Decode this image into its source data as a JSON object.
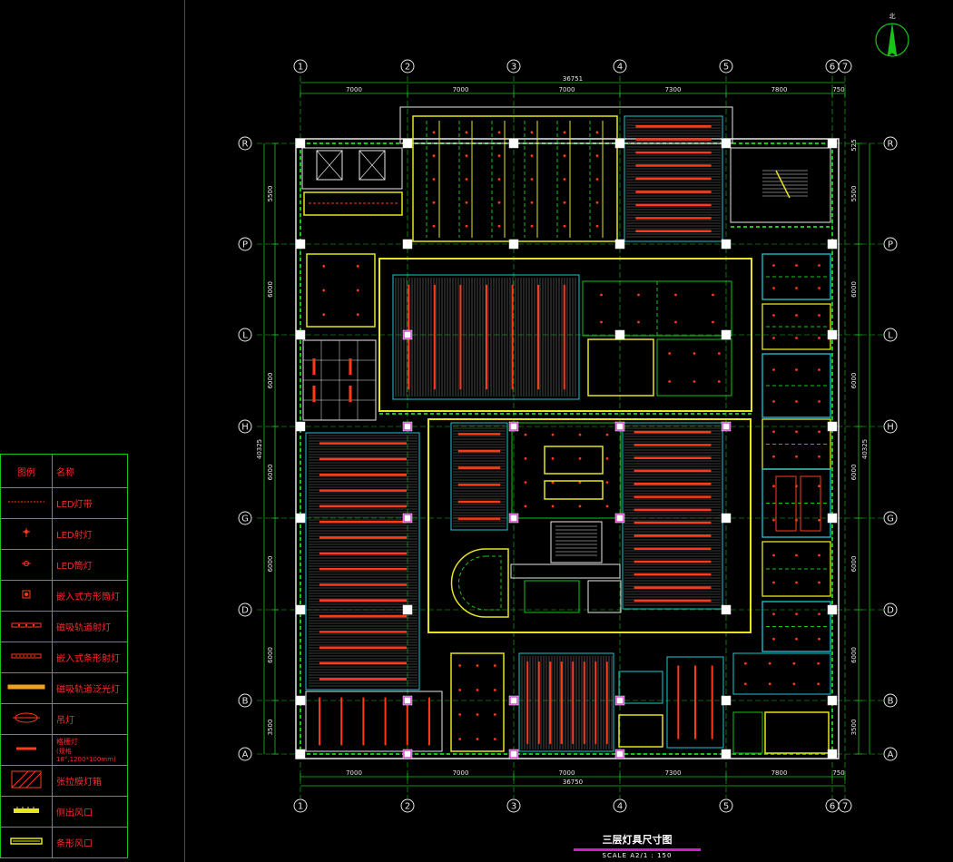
{
  "drawing": {
    "title": "三层灯具尺寸图",
    "scale": "SCALE   A2/1 : 150",
    "north_label": "北"
  },
  "grid_columns": [
    "1",
    "2",
    "3",
    "4",
    "5",
    "6",
    "7"
  ],
  "grid_rows": [
    "R",
    "P",
    "L",
    "H",
    "G",
    "D",
    "B",
    "A"
  ],
  "dimensions": {
    "top_spans": [
      "7000",
      "7000",
      "7000",
      "7300",
      "7800",
      "750"
    ],
    "top_total": "36751",
    "bottom_spans": [
      "7000",
      "7000",
      "7000",
      "7300",
      "7800",
      "750"
    ],
    "bottom_total": "36750",
    "left_spans": [
      "5500",
      "6000",
      "6000",
      "6000",
      "6000",
      "6000",
      "3500"
    ],
    "left_total": "40325",
    "right_spans": [
      "5500",
      "6000",
      "6000",
      "6000",
      "6000",
      "6000",
      "3500"
    ],
    "right_total": "40325",
    "corner_small": "525"
  },
  "legend": {
    "header_symbol": "图例",
    "header_name": "名称",
    "items": [
      {
        "icon": "led-strip-icon",
        "name": "LED灯带"
      },
      {
        "icon": "led-spotlight-icon",
        "name": "LED射灯"
      },
      {
        "icon": "led-downlight-icon",
        "name": "LED筒灯"
      },
      {
        "icon": "recessed-square-downlight-icon",
        "name": "嵌入式方形筒灯"
      },
      {
        "icon": "magnetic-track-spotlight-icon",
        "name": "磁吸轨道射灯"
      },
      {
        "icon": "recessed-linear-spotlight-icon",
        "name": "嵌入式条形射灯"
      },
      {
        "icon": "magnetic-track-floodlight-icon",
        "name": "磁吸轨道泛光灯"
      },
      {
        "icon": "pendant-light-icon",
        "name": "吊灯"
      },
      {
        "icon": "grille-light-icon",
        "name": "格栅灯",
        "note": "(规格18°,1200*100mm)"
      },
      {
        "icon": "stretch-film-light-box-icon",
        "name": "张拉膜灯箱"
      },
      {
        "icon": "side-outlet-vent-icon",
        "name": "侧出风口"
      },
      {
        "icon": "linear-vent-icon",
        "name": "条形风口"
      }
    ]
  },
  "colors": {
    "background": "#000000",
    "grid_line": "#19c419",
    "dimension": "#19c419",
    "wall": "#e8e8e8",
    "lamp_red": "#ff3a1a",
    "ceiling_yellow": "#e6e61e",
    "cyan": "#1ec8d2",
    "magenta": "#d21ed2",
    "legend_text": "#ff2a2a"
  }
}
